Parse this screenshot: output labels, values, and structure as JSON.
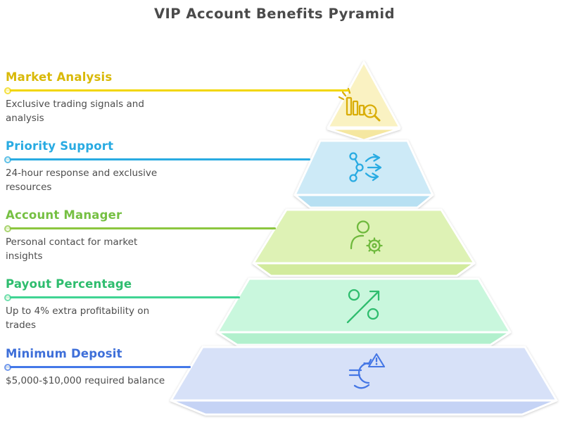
{
  "title": {
    "text": "VIP Account Benefits Pyramid",
    "color": "#4a4a4a"
  },
  "description_color": "#4d4d4d",
  "levels": [
    {
      "rank": 1,
      "name": "Market Analysis",
      "description": "Exclusive trading signals and analysis",
      "accent": "#d9b908",
      "line_color": "#f2d600",
      "face_color": "#faf2c2",
      "bevel_color": "#f5e7a0",
      "icon": "bar-chart-magnifier-icon",
      "icon_color": "#d9ad08",
      "icon_badge": "1"
    },
    {
      "rank": 2,
      "name": "Priority Support",
      "description": "24-hour response and exclusive resources",
      "accent": "#29abe2",
      "line_color": "#29abe2",
      "face_color": "#cdeaf7",
      "bevel_color": "#b7e0f2",
      "icon": "share-network-icon",
      "icon_color": "#29abe2"
    },
    {
      "rank": 3,
      "name": "Account Manager",
      "description": "Personal contact for market insights",
      "accent": "#76c043",
      "line_color": "#8cc63f",
      "face_color": "#def2b5",
      "bevel_color": "#d2eb9d",
      "icon": "person-gear-icon",
      "icon_color": "#6fb93d"
    },
    {
      "rank": 4,
      "name": "Payout Percentage",
      "description": "Up to 4% extra profitability on trades",
      "accent": "#2ebd6e",
      "line_color": "#3fd493",
      "face_color": "#c9f7dd",
      "bevel_color": "#b2f0cd",
      "icon": "percent-growth-icon",
      "icon_color": "#2ebd6e"
    },
    {
      "rank": 5,
      "name": "Minimum Deposit",
      "description": "$5,000-$10,000 required balance",
      "accent": "#3e6fd9",
      "line_color": "#4478e8",
      "face_color": "#d7e1f8",
      "bevel_color": "#c5d3f5",
      "icon": "euro-warning-icon",
      "icon_color": "#4577e5"
    }
  ]
}
